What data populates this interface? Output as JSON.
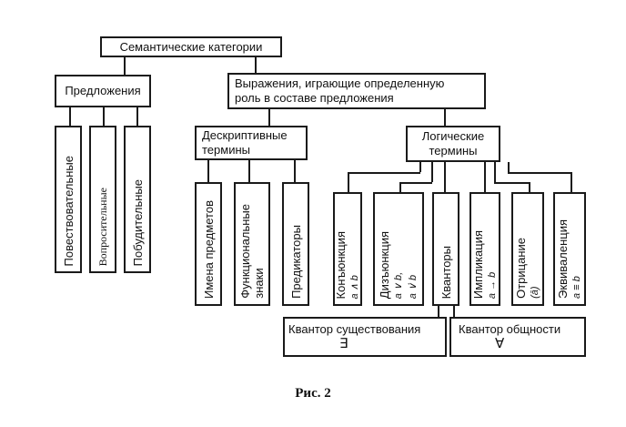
{
  "diagram": {
    "root": "Семантические категории",
    "sentences": {
      "label": "Предложения",
      "children": [
        "Повествовательные",
        "Вопросительные",
        "Побудительные"
      ]
    },
    "expressions": {
      "label_line1": "Выражения, играющие определенную",
      "label_line2": "роль в составе предложения"
    },
    "descriptive": {
      "label_line1": "Дескриптивные",
      "label_line2": "термины",
      "children": [
        {
          "line1": "Имена предметов",
          "line2": ""
        },
        {
          "line1": "Функциональные",
          "line2": "знаки"
        },
        {
          "line1": "Предикаторы",
          "line2": ""
        }
      ]
    },
    "logical": {
      "label_line1": "Логические",
      "label_line2": "термины",
      "children": [
        {
          "line1": "Конъюнкция",
          "line2": "a ∧ b"
        },
        {
          "line1": "Дизъюнкция",
          "line2": "a ∨ b,",
          "line3": "a ∨̇ b"
        },
        {
          "line1": "Кванторы",
          "line2": ""
        },
        {
          "line1": "Импликация",
          "line2": "a → b"
        },
        {
          "line1": "Отрицание",
          "line2": "(ā)"
        },
        {
          "line1": "Эквиваленция",
          "line2": "a ≡ b"
        }
      ]
    },
    "quantifiers": [
      {
        "label": "Квантор существования",
        "symbol": "∃"
      },
      {
        "label": "Квантор общности",
        "symbol": "∀"
      }
    ]
  },
  "caption": "Рис. 2"
}
